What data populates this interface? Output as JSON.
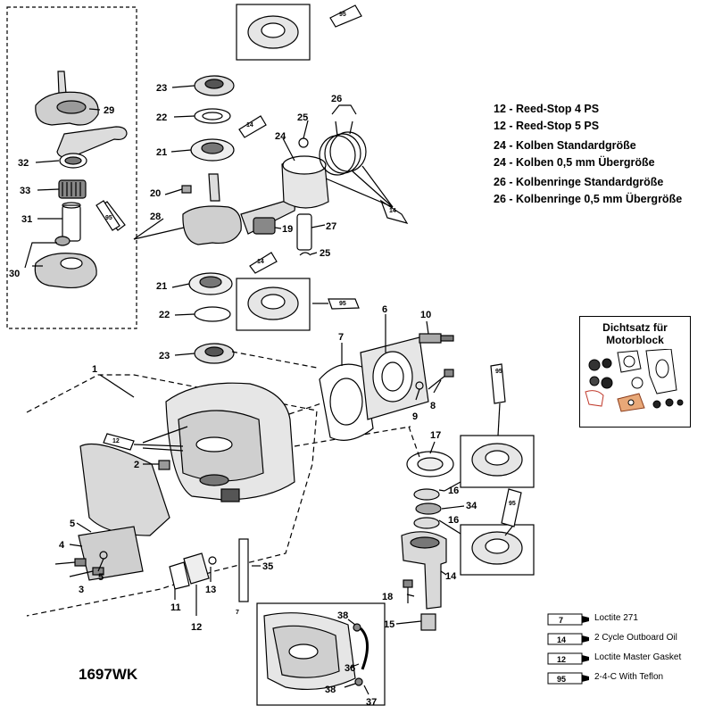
{
  "callouts": {
    "c1": "1",
    "c2": "2",
    "c3": "3",
    "c4": "4",
    "c5a": "5",
    "c5b": "5",
    "c6": "6",
    "c7": "7",
    "c8": "8",
    "c9": "9",
    "c10": "10",
    "c11": "11",
    "c12": "12",
    "c13": "13",
    "c14": "14",
    "c15": "15",
    "c16a": "16",
    "c16b": "16",
    "c17": "17",
    "c18": "18",
    "c19": "19",
    "c20": "20",
    "c21a": "21",
    "c21b": "21",
    "c22a": "22",
    "c22b": "22",
    "c23a": "23",
    "c23b": "23",
    "c24": "24",
    "c25a": "25",
    "c25b": "25",
    "c26": "26",
    "c27": "27",
    "c28": "28",
    "c29": "29",
    "c30": "30",
    "c31": "31",
    "c32": "32",
    "c33": "33",
    "c34": "34",
    "c35": "35",
    "c36": "36",
    "c37": "37",
    "c38a": "38",
    "c38b": "38"
  },
  "tubes": {
    "t95a": "95",
    "t14a": "14",
    "t14b": "14",
    "t95b": "95",
    "t14c": "14",
    "t95c": "95",
    "t12a": "12",
    "t95d": "95",
    "t95e": "95",
    "t7a": "7"
  },
  "parts_list": [
    "12 - Reed-Stop 4 PS",
    "12 - Reed-Stop 5 PS",
    "24 - Kolben Standardgröße",
    "24 - Kolben 0,5 mm Übergröße",
    "26 - Kolbenringe Standardgröße",
    "26 - Kolbenringe 0,5 mm Übergröße"
  ],
  "gasket_kit": {
    "title_line1": "Dichtsatz für",
    "title_line2": "Motorblock"
  },
  "legend": [
    {
      "code": "7",
      "label": "Loctite 271"
    },
    {
      "code": "14",
      "label": "2 Cycle Outboard Oil"
    },
    {
      "code": "12",
      "label": "Loctite Master Gasket"
    },
    {
      "code": "95",
      "label": "2-4-C  With Teflon"
    }
  ],
  "model_code": "1697WK",
  "colors": {
    "ink": "#000000",
    "gasket_accent": "#c0392b"
  }
}
